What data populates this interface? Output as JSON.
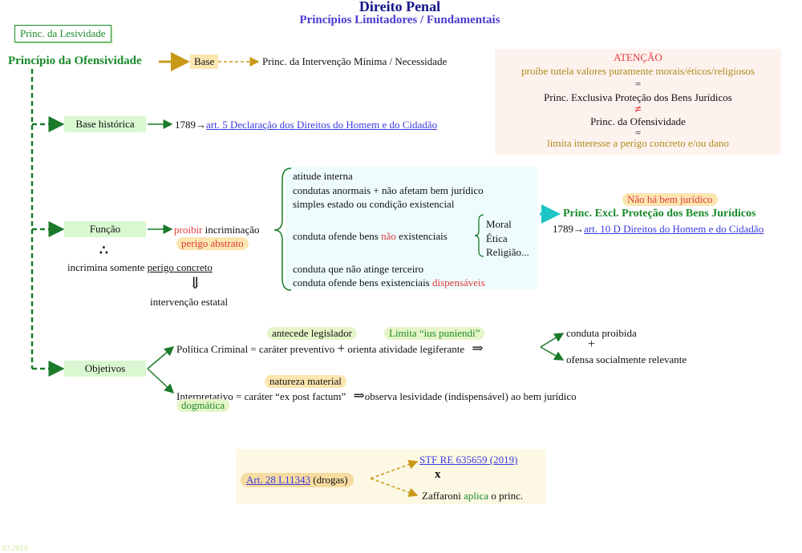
{
  "header": {
    "title": "Direito Penal",
    "subtitle": "Princípios Limitadores / Fundamentais"
  },
  "root": {
    "alt_name": "Princ. da Lesividade",
    "name": "Princípio da Ofensividade",
    "base_label": "Base",
    "base_target": "Princ. da Intervenção Mínima / Necessidade"
  },
  "note": {
    "line1": "ATENÇÃO",
    "line2": "proíbe tutela valores puramente morais/éticos/religiosos",
    "eq1": "=",
    "line3": "Princ. Exclusiva Proteção dos Bens Jurídicos",
    "neq": "≠",
    "line4": "Princ. da Ofensividade",
    "eq2": "=",
    "line5": "limita interesse a perigo concreto e/ou dano"
  },
  "historic": {
    "label": "Base histórica",
    "year": "1789→",
    "link": "art. 5 Declaração dos Direitos do Homem e do Cidadão"
  },
  "funcao": {
    "label": "Função",
    "proibir": "proibir",
    "incriminacao": " incriminação",
    "perigo_abstrato": "perigo abstrato",
    "therefore": "∴",
    "somente_prefix": "incrimina somente ",
    "somente_ul": "perigo concreto",
    "down_arrow": "⇓",
    "intervencao": "intervenção estatal",
    "items": [
      "atitude interna",
      "condutas anormais + não afetam bem jurídico",
      "simples estado ou condição existencial"
    ],
    "ofende_prefix": "conduta ofende bens ",
    "ofende_nao": "não",
    "ofende_suffix": " existenciais",
    "values": [
      "Moral",
      "Ética",
      "Religião..."
    ],
    "terceiro": "conduta que não atinge terceiro",
    "dispensaveis_prefix": "conduta ofende bens existenciais ",
    "dispensaveis_red": "dispensáveis",
    "nao_ha": "Não há bem jurídico",
    "excl": "Princ. Excl. Proteção dos Bens Jurídicos",
    "year": "1789→",
    "link": "art. 10 D Direitos do Homem e do Cidadão"
  },
  "objetivos": {
    "label": "Objetivos",
    "antecede": "antecede legislador",
    "limita": "Limita “ius puniendi”",
    "politica": "Política Criminal = caráter preventivo",
    "plus": "+",
    "orienta": "orienta atividade legiferante",
    "implies": "⇒",
    "conduta_proibida": "conduta proibida",
    "plus2": "+",
    "ofensa": "ofensa socialmente relevante",
    "natureza": "natureza material",
    "interpretativo": "Interpretativo = caráter “ex post factum”",
    "implies2": "⇒",
    "observa": "observa lesividade (indispensável) ao bem jurídico",
    "dogmatica": "dogmática"
  },
  "bottom": {
    "art": "Art. 28 L11343",
    "drogas": " (drogas)",
    "stf": "STF RE 635659 (2019)",
    "x": "x",
    "zaff_prefix": "Zaffaroni ",
    "zaff_green": "aplica",
    "zaff_suffix": " o princ."
  },
  "footer": {
    "date": "03.2019"
  },
  "colors": {
    "title": "#14148c",
    "subtitle": "#4a3ad0",
    "green": "#1a8a2a",
    "red": "#e03a3a",
    "link": "#3a3ae0",
    "olive": "#b08a1a"
  }
}
